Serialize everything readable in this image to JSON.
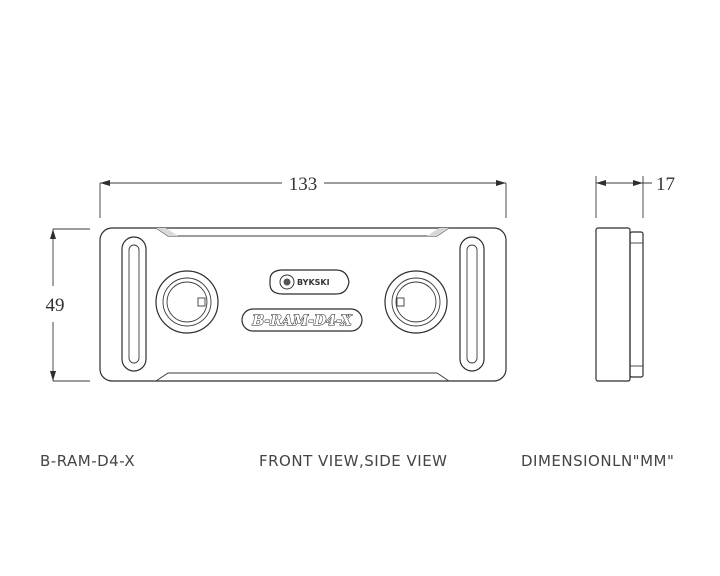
{
  "dimensions": {
    "width_label": "133",
    "height_label": "49",
    "depth_label": "17"
  },
  "part": {
    "brand_text": "BYKSKI",
    "model_emboss": "B-RAM-D4-X"
  },
  "captions": {
    "model": "B-RAM-D4-X",
    "views": "FRONT VIEW,SIDE VIEW",
    "units": "DIMENSIONLN\"MM\""
  },
  "colors": {
    "line": "#2e2e2e",
    "text": "#444444",
    "background": "#ffffff"
  }
}
